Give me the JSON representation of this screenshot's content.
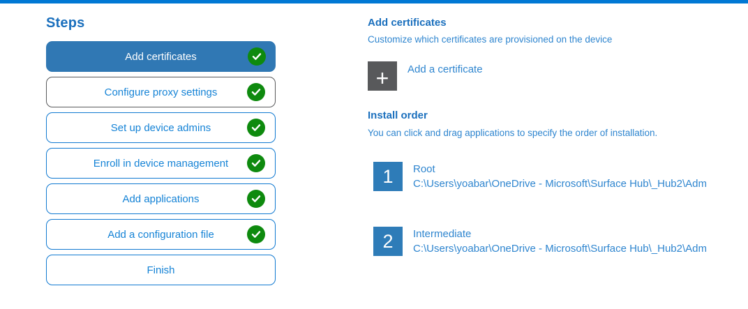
{
  "colors": {
    "accent_bar": "#0078d4",
    "selected_step_bg": "#3078b4",
    "step_border_blue": "#1079d1",
    "step_border_gray": "#58595b",
    "step_text": "#1583d6",
    "heading_text": "#1a6fbd",
    "body_text": "#2e85cf",
    "check_green": "#0e8a0e",
    "plus_button_bg": "#58595b",
    "order_badge_bg": "#2e7cb8"
  },
  "sidebar": {
    "title": "Steps",
    "steps": [
      {
        "label": "Add certificates",
        "completed": true,
        "state": "selected"
      },
      {
        "label": "Configure proxy settings",
        "completed": true,
        "state": "gray-outline"
      },
      {
        "label": "Set up device admins",
        "completed": true,
        "state": "normal"
      },
      {
        "label": "Enroll in device management",
        "completed": true,
        "state": "normal"
      },
      {
        "label": "Add applications",
        "completed": true,
        "state": "normal"
      },
      {
        "label": "Add a configuration file",
        "completed": true,
        "state": "normal"
      },
      {
        "label": "Finish",
        "completed": false,
        "state": "normal"
      }
    ]
  },
  "main": {
    "section_title": "Add certificates",
    "section_subtitle": "Customize which certificates are provisioned on the device",
    "add_button": {
      "icon": "plus-icon",
      "label": "Add a certificate"
    },
    "install_order": {
      "title": "Install order",
      "subtitle": "You can click and drag applications to specify the order of installation.",
      "items": [
        {
          "order": "1",
          "name": "Root",
          "path": "C:\\Users\\yoabar\\OneDrive - Microsoft\\Surface Hub\\_Hub2\\Adm"
        },
        {
          "order": "2",
          "name": "Intermediate",
          "path": "C:\\Users\\yoabar\\OneDrive - Microsoft\\Surface Hub\\_Hub2\\Adm"
        }
      ]
    }
  }
}
